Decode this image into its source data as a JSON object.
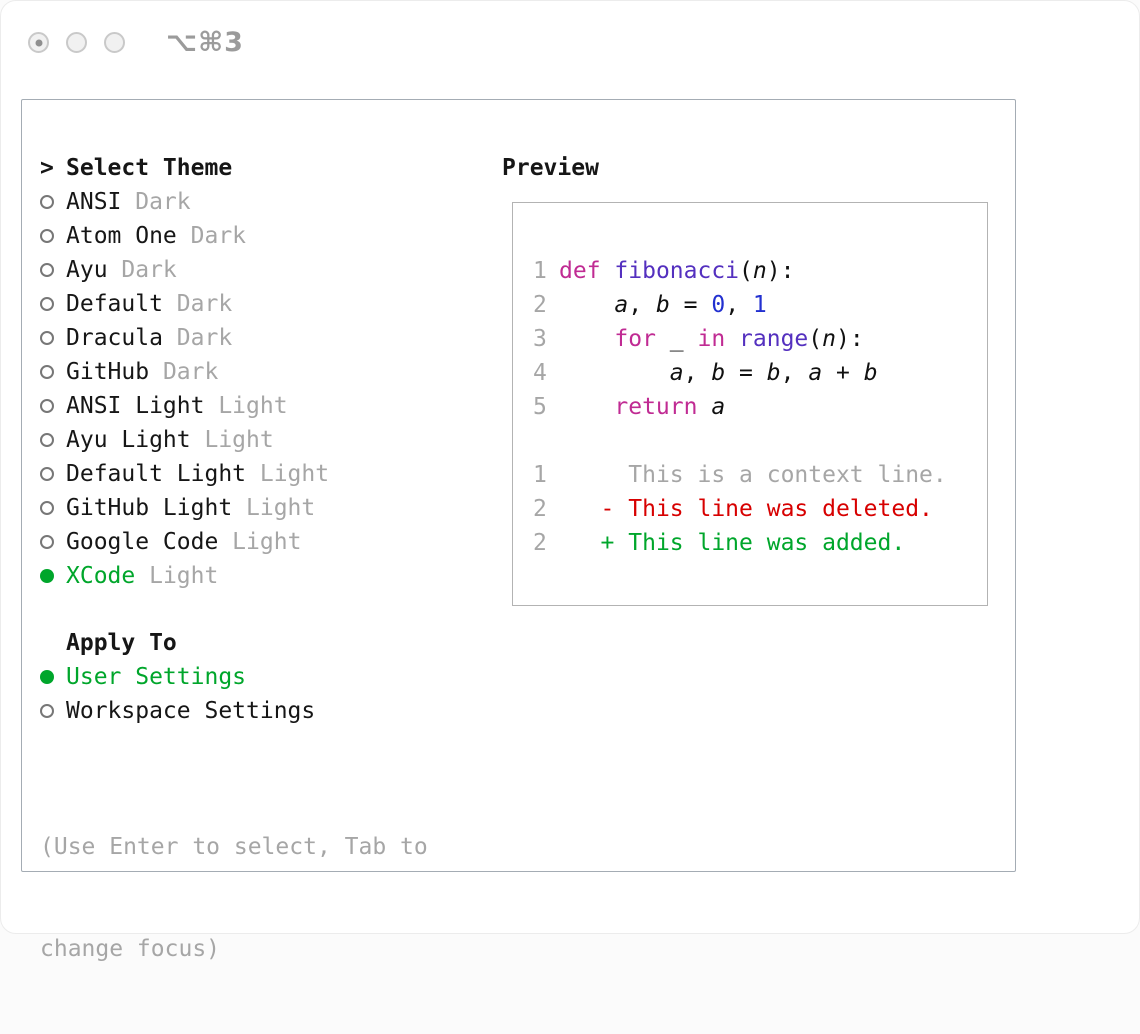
{
  "window": {
    "shortcut": "⌥⌘3"
  },
  "theme_picker": {
    "title_prefix": ">",
    "title": "Select Theme",
    "items": [
      {
        "name": "ANSI",
        "variant": "Dark",
        "selected": false
      },
      {
        "name": "Atom One",
        "variant": "Dark",
        "selected": false
      },
      {
        "name": "Ayu",
        "variant": "Dark",
        "selected": false
      },
      {
        "name": "Default",
        "variant": "Dark",
        "selected": false
      },
      {
        "name": "Dracula",
        "variant": "Dark",
        "selected": false
      },
      {
        "name": "GitHub",
        "variant": "Dark",
        "selected": false
      },
      {
        "name": "ANSI Light",
        "variant": "Light",
        "selected": false
      },
      {
        "name": "Ayu Light",
        "variant": "Light",
        "selected": false
      },
      {
        "name": "Default Light",
        "variant": "Light",
        "selected": false
      },
      {
        "name": "GitHub Light",
        "variant": "Light",
        "selected": false
      },
      {
        "name": "Google Code",
        "variant": "Light",
        "selected": false
      },
      {
        "name": "XCode",
        "variant": "Light",
        "selected": true
      }
    ]
  },
  "apply_to": {
    "title": "Apply To",
    "options": [
      {
        "label": "User Settings",
        "selected": true
      },
      {
        "label": "Workspace Settings",
        "selected": false
      }
    ]
  },
  "help": {
    "lines": [
      "(Use Enter to select, Tab to",
      "change focus)"
    ]
  },
  "preview": {
    "title": "Preview",
    "code_lines": [
      {
        "num": "1",
        "tokens": [
          {
            "t": "def",
            "c": "kw"
          },
          {
            "t": " ",
            "c": "pl"
          },
          {
            "t": "fibonacci",
            "c": "fn"
          },
          {
            "t": "(",
            "c": "pl"
          },
          {
            "t": "n",
            "c": "var"
          },
          {
            "t": "):",
            "c": "pl"
          }
        ]
      },
      {
        "num": "2",
        "tokens": [
          {
            "t": "    ",
            "c": "pl"
          },
          {
            "t": "a",
            "c": "var"
          },
          {
            "t": ", ",
            "c": "pl"
          },
          {
            "t": "b",
            "c": "var"
          },
          {
            "t": " = ",
            "c": "pl"
          },
          {
            "t": "0",
            "c": "num"
          },
          {
            "t": ", ",
            "c": "pl"
          },
          {
            "t": "1",
            "c": "num"
          }
        ]
      },
      {
        "num": "3",
        "tokens": [
          {
            "t": "    ",
            "c": "pl"
          },
          {
            "t": "for",
            "c": "kw"
          },
          {
            "t": " _ ",
            "c": "pl"
          },
          {
            "t": "in",
            "c": "kw"
          },
          {
            "t": " ",
            "c": "pl"
          },
          {
            "t": "range",
            "c": "fn"
          },
          {
            "t": "(",
            "c": "pl"
          },
          {
            "t": "n",
            "c": "var"
          },
          {
            "t": "):",
            "c": "pl"
          }
        ]
      },
      {
        "num": "4",
        "tokens": [
          {
            "t": "        ",
            "c": "pl"
          },
          {
            "t": "a",
            "c": "var"
          },
          {
            "t": ", ",
            "c": "pl"
          },
          {
            "t": "b",
            "c": "var"
          },
          {
            "t": " = ",
            "c": "pl"
          },
          {
            "t": "b",
            "c": "var"
          },
          {
            "t": ", ",
            "c": "pl"
          },
          {
            "t": "a",
            "c": "var"
          },
          {
            "t": " + ",
            "c": "pl"
          },
          {
            "t": "b",
            "c": "var"
          }
        ]
      },
      {
        "num": "5",
        "tokens": [
          {
            "t": "    ",
            "c": "pl"
          },
          {
            "t": "return",
            "c": "kw"
          },
          {
            "t": " ",
            "c": "pl"
          },
          {
            "t": "a",
            "c": "var"
          }
        ]
      }
    ],
    "diff_lines": [
      {
        "num": "1",
        "prefix": "     ",
        "text": "This is a context line.",
        "type": "context"
      },
      {
        "num": "2",
        "prefix": "   - ",
        "text": "This line was deleted.",
        "type": "deleted"
      },
      {
        "num": "2",
        "prefix": "   + ",
        "text": "This line was added.",
        "type": "added"
      }
    ]
  },
  "colors": {
    "accent_green": "#00a62b",
    "deleted_red": "#d70000",
    "keyword_magenta": "#c02b93",
    "function_purple": "#5430bf",
    "number_blue": "#2230d0",
    "muted_gray": "#a6a6a6",
    "text_black": "#161616",
    "panel_border": "#a4acb4"
  }
}
